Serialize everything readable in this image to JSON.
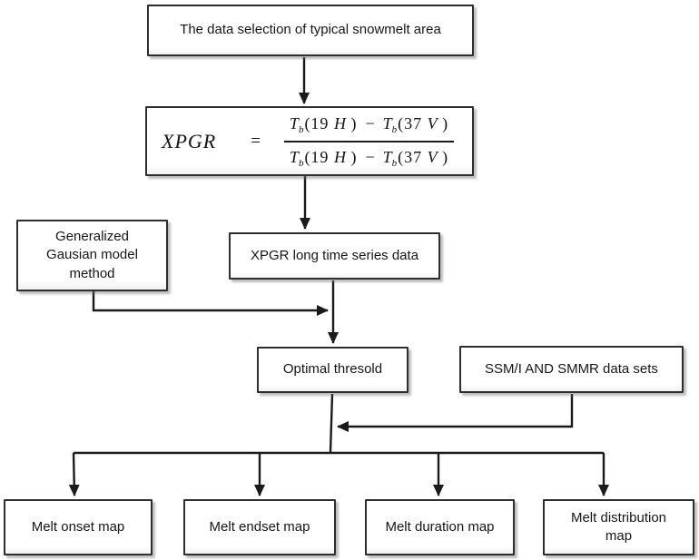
{
  "colors": {
    "ink": "#1a1a1a",
    "box_border": "#2e2e2e",
    "box_background": "#ffffff",
    "shadow": "#8f8f8f"
  },
  "boxes": {
    "data_selection": "The data selection of typical snowmelt area",
    "xpgr_series": "XPGR long time series data",
    "gaussian_model": "Generalized\nGausian model\nmethod",
    "optimal_threshold": "Optimal thresold",
    "ssm_smmr": "SSM/I AND SMMR data sets",
    "melt_onset": "Melt onset map",
    "melt_endset": "Melt endset map",
    "melt_duration": "Melt duration map",
    "melt_distribution": "Melt distribution\nmap"
  },
  "formula": {
    "lhs": "XPGR",
    "eq": "=",
    "num": {
      "T1": "T",
      "b1": "b",
      "o1": "(19 ",
      "v1": "H",
      "c1": " )",
      "op": "−",
      "T2": "T",
      "b2": "b",
      "o2": "(37 ",
      "v2": "V",
      "c2": " )"
    },
    "den": {
      "T1": "T",
      "b1": "b",
      "o1": "(19 ",
      "v1": "H",
      "c1": " )",
      "op": "−",
      "T2": "T",
      "b2": "b",
      "o2": "(37 ",
      "v2": "V",
      "c2": " )"
    }
  }
}
